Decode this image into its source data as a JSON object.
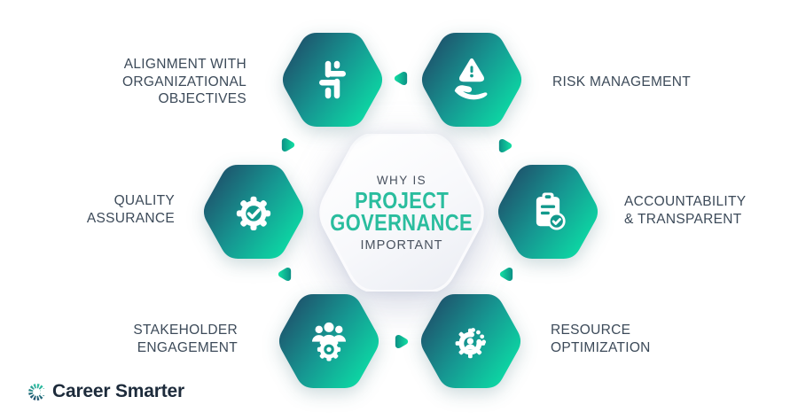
{
  "title": {
    "top": "WHY IS",
    "main1": "PROJECT",
    "main2": "GOVERNANCE",
    "bottom": "IMPORTANT"
  },
  "items": [
    {
      "label": "ALIGNMENT WITH\nORGANIZATIONAL\nOBJECTIVES",
      "icon": "sliders-icon"
    },
    {
      "label": "RISK MANAGEMENT",
      "icon": "hand-warning-icon"
    },
    {
      "label": "QUALITY\nASSURANCE",
      "icon": "gear-check-icon"
    },
    {
      "label": "ACCOUNTABILITY\n& TRANSPARENT",
      "icon": "clipboard-check-icon"
    },
    {
      "label": "STAKEHOLDER\nENGAGEMENT",
      "icon": "team-gear-icon"
    },
    {
      "label": "RESOURCE\nOPTIMIZATION",
      "icon": "gear-person-icon"
    }
  ],
  "colors": {
    "hex_gradient_start": "#1F4B68",
    "hex_gradient_mid": "#169892",
    "hex_gradient_end": "#0BE3A7",
    "accent": "#2ABD9E",
    "label_text": "#3C4A59",
    "brand_text": "#1D2B3B"
  },
  "footer": {
    "brand": "Career Smarter"
  }
}
